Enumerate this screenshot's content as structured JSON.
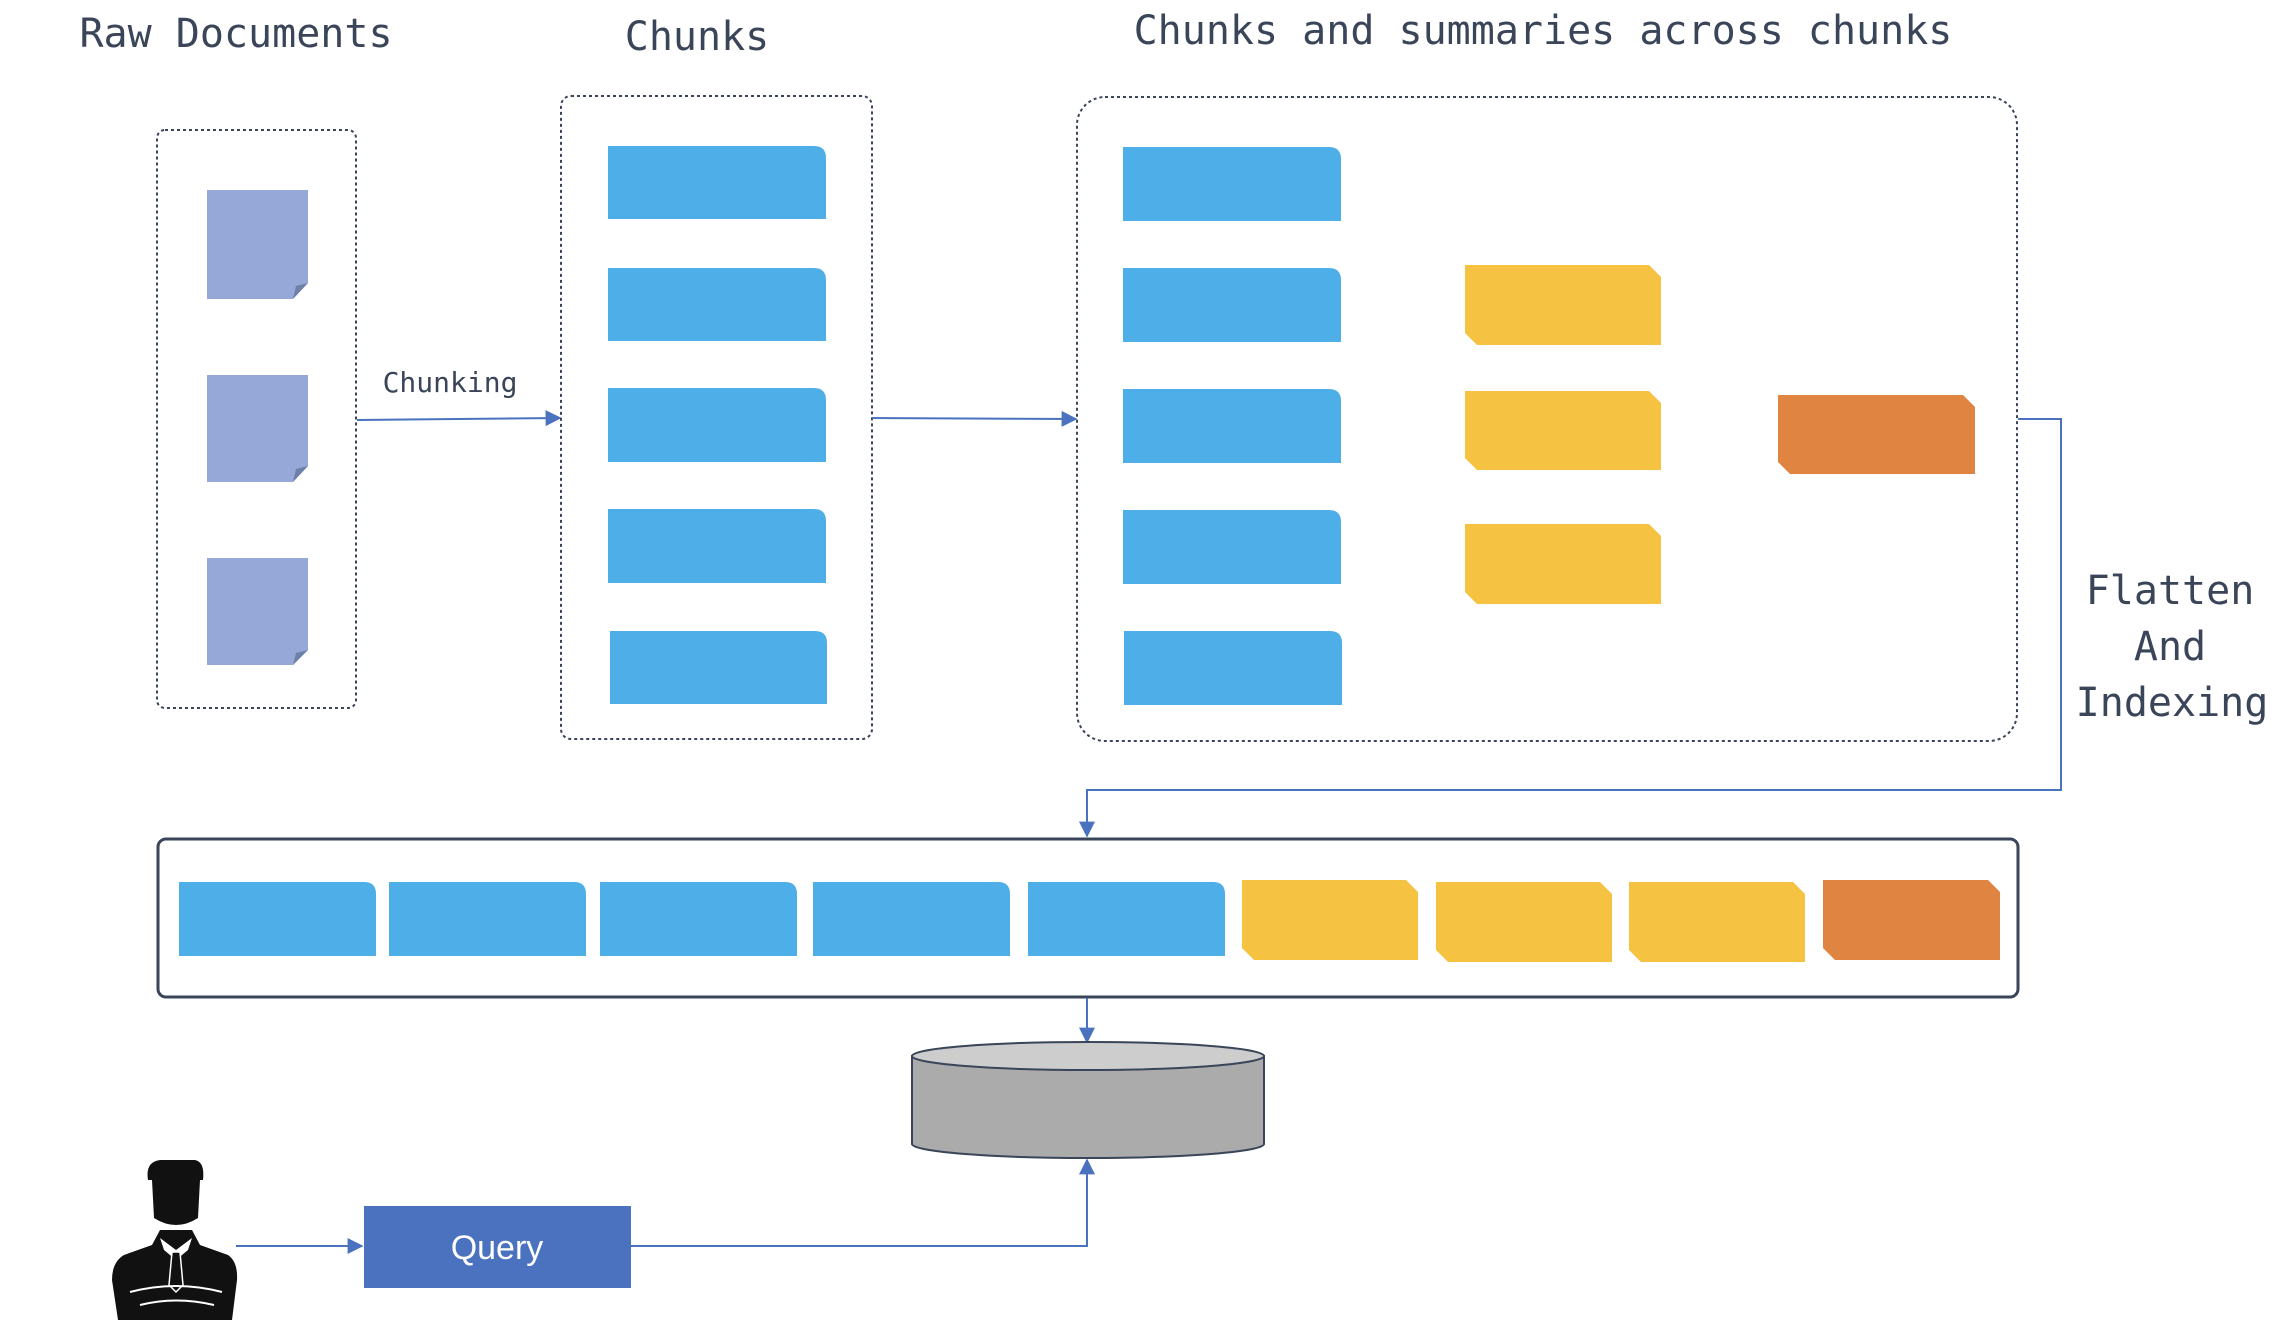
{
  "labels": {
    "raw_documents": "Raw Documents",
    "chunks": "Chunks",
    "chunks_summaries": "Chunks and summaries across chunks",
    "chunking": "Chunking",
    "flatten_line1": "Flatten",
    "flatten_line2": "And",
    "flatten_line3": "Indexing",
    "query": "Query"
  },
  "colors": {
    "chunk": "#4DAEE8",
    "summary_level1": "#F5C242",
    "summary_level2": "#E08442",
    "document": "#95A8D8",
    "query_box": "#4A72BF",
    "database": "#ABABAB",
    "database_top": "#CDCDCD",
    "arrow": "#4A72BF",
    "border": "#3A4559",
    "text": "#3A4559"
  },
  "icons": {
    "document": "document-icon",
    "database": "database-icon",
    "user": "user-icon"
  }
}
